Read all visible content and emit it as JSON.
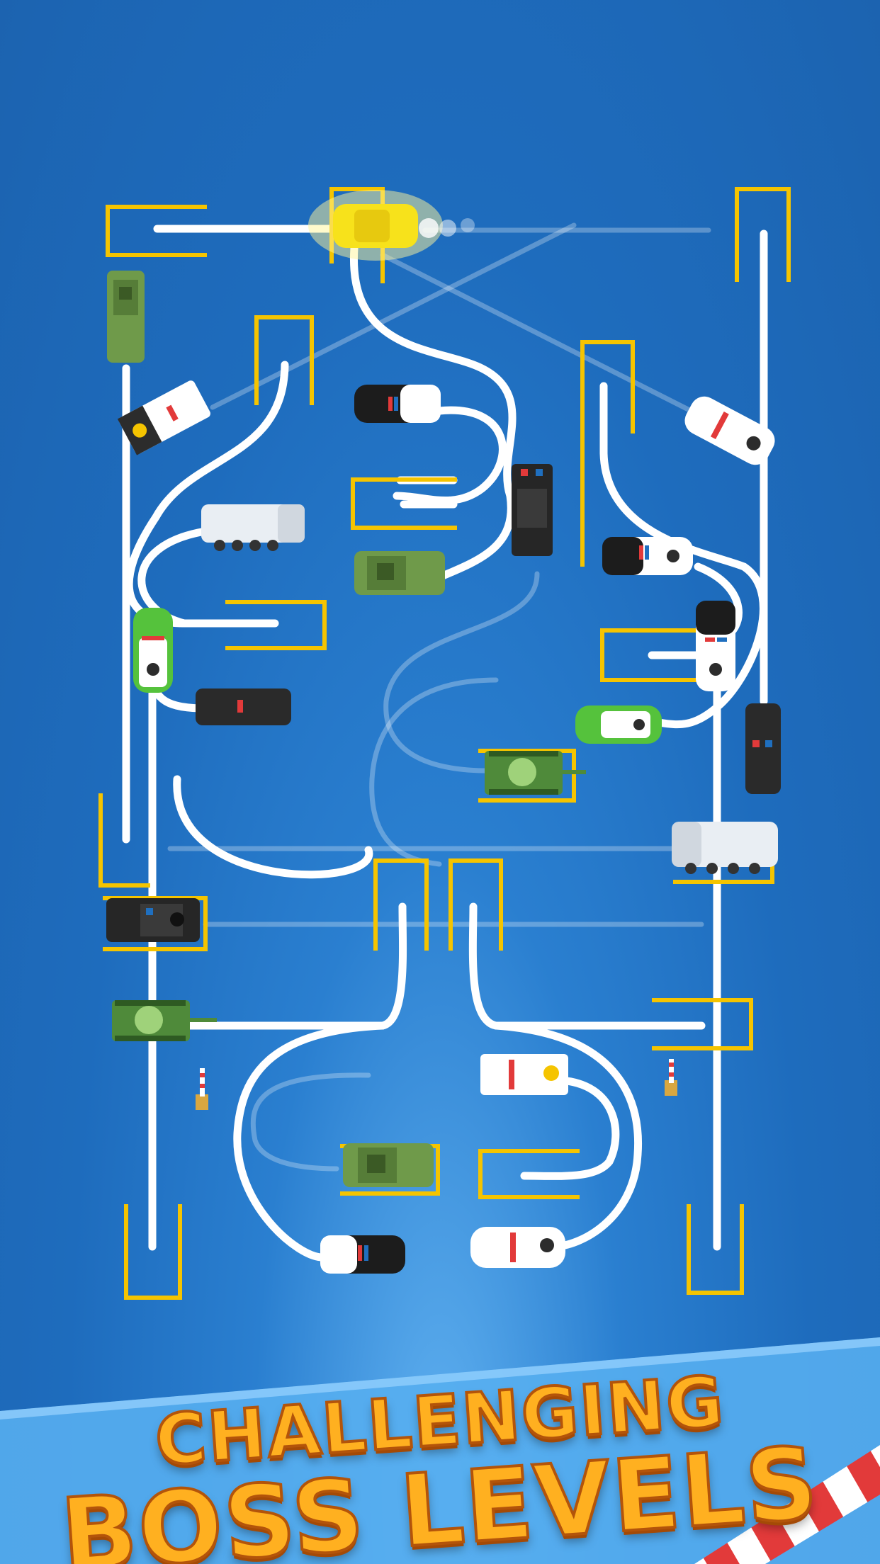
{
  "banner": {
    "line1": "CHALLENGING",
    "line2": "BOSS LEVELS"
  },
  "colors": {
    "board_blue": "#1f6fbf",
    "parking_line": "#f5c400",
    "route": "#ffffff",
    "title_orange": "#ffb020",
    "ribbon_red": "#e23a3a"
  },
  "vehicles": [
    {
      "id": "taxi-yellow",
      "icon": "yellow-car-icon"
    },
    {
      "id": "army-jeep-top",
      "icon": "army-jeep-icon"
    },
    {
      "id": "sheriff-truck-1",
      "icon": "sheriff-truck-icon"
    },
    {
      "id": "police-car-1",
      "icon": "police-car-icon"
    },
    {
      "id": "swat-van-1",
      "icon": "swat-van-icon"
    },
    {
      "id": "white-police-1",
      "icon": "white-police-car-icon"
    },
    {
      "id": "armored-truck-1",
      "icon": "armored-truck-icon"
    },
    {
      "id": "army-jeep-2",
      "icon": "army-jeep-icon"
    },
    {
      "id": "police-car-2",
      "icon": "police-car-icon"
    },
    {
      "id": "green-police-1",
      "icon": "green-police-car-icon"
    },
    {
      "id": "black-suv-1",
      "icon": "black-suv-icon"
    },
    {
      "id": "police-car-3",
      "icon": "police-car-icon"
    },
    {
      "id": "green-police-2",
      "icon": "green-police-car-icon"
    },
    {
      "id": "black-suv-2",
      "icon": "black-suv-icon"
    },
    {
      "id": "army-tank-1",
      "icon": "army-tank-icon"
    },
    {
      "id": "armored-truck-2",
      "icon": "armored-truck-icon"
    },
    {
      "id": "swat-van-2",
      "icon": "swat-van-icon"
    },
    {
      "id": "army-tank-2",
      "icon": "army-tank-icon"
    },
    {
      "id": "sheriff-truck-2",
      "icon": "sheriff-truck-icon"
    },
    {
      "id": "army-jeep-3",
      "icon": "army-jeep-icon"
    },
    {
      "id": "police-car-4",
      "icon": "police-car-icon"
    },
    {
      "id": "white-police-2",
      "icon": "white-police-car-icon"
    }
  ]
}
